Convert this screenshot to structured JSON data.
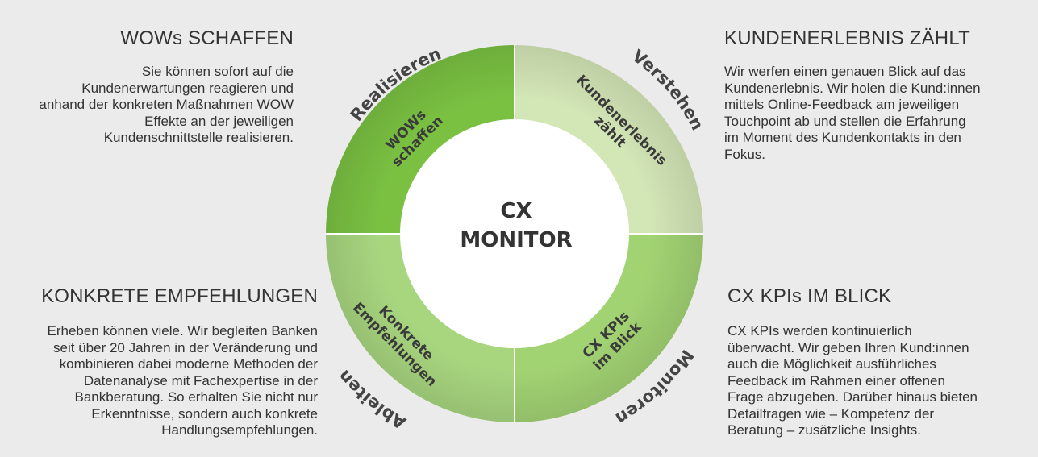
{
  "blocks": {
    "top_left": {
      "title": "WOWs SCHAFFEN",
      "text": "Sie können sofort auf die\nKundenerwartungen reagieren und\nanhand der konkreten Maßnahmen WOW\nEffekte an der jeweiligen\nKundenschnittstelle realisieren."
    },
    "top_right": {
      "title": "KUNDENERLEBNIS ZÄHLT",
      "text": "Wir werfen einen genauen Blick auf das\nKundenerlebnis. Wir holen die Kund:innen\nmittels Online-Feedback am jeweiligen\nTouchpoint ab und stellen die Erfahrung\nim Moment des Kundenkontakts in den\nFokus."
    },
    "bottom_left": {
      "title": "KONKRETE EMPFEHLUNGEN",
      "text": "Erheben können viele. Wir begleiten Banken\nseit über 20 Jahren in der Veränderung und\nkombinieren dabei moderne Methoden der\nDatenanalyse mit Fachexpertise in der\nBankberatung. So erhalten Sie nicht nur\nErkenntnisse, sondern auch konkrete\nHandlungsempfehlungen."
    },
    "bottom_right": {
      "title": "CX KPIs IM BLICK",
      "text": "CX KPIs werden kontinuierlich\nüberwacht. Wir geben Ihren Kund:innen\nauch die Möglichkeit ausführliches\nFeedback im Rahmen einer offenen\nFrage abzugeben. Darüber hinaus bieten\nDetailfragen wie – Kompetenz der\nBeratung – zusätzliche Insights."
    }
  },
  "wheel": {
    "center_line1": "CX",
    "center_line2": "MONITOR",
    "colors": {
      "tl": "#7ac142",
      "tr": "#d3e6b6",
      "bl": "#a8d67f",
      "br": "#a2d373"
    },
    "quadrants": {
      "tl": {
        "inner_line1": "WOWs",
        "inner_line2": "schaffen",
        "outer": "Realisieren"
      },
      "tr": {
        "inner_line1": "Kundenerlebnis",
        "inner_line2": "zählt",
        "outer": "Verstehen"
      },
      "bl": {
        "inner_line1": "Konkrete",
        "inner_line2": "Empfehlungen",
        "outer": "Ableiten"
      },
      "br": {
        "inner_line1": "CX KPIs",
        "inner_line2": "im Blick",
        "outer": "Monitoren"
      }
    }
  }
}
